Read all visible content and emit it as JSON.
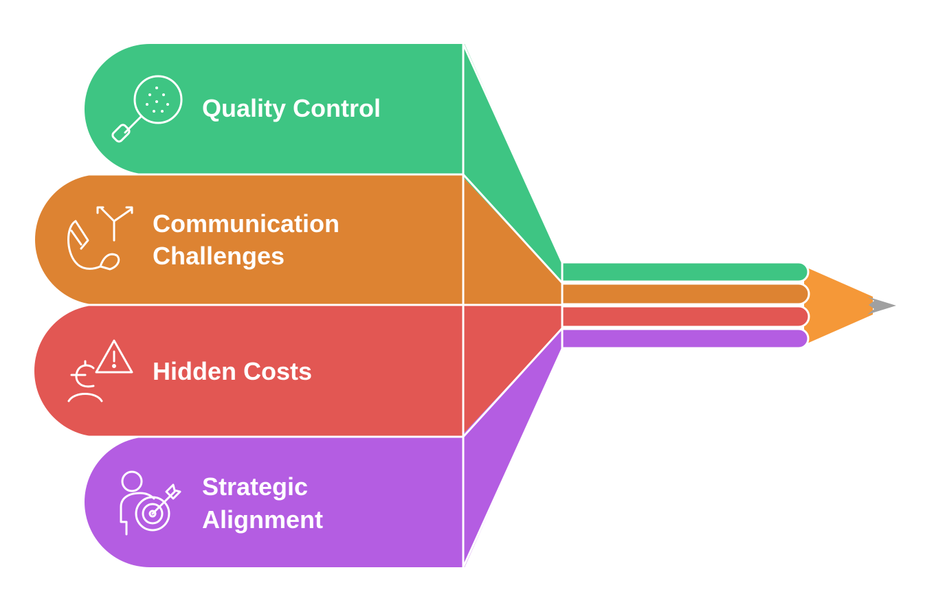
{
  "colors": {
    "green": "#3EC583",
    "orange": "#DD8332",
    "red": "#E25753",
    "purple": "#B45DE2",
    "pencil_tip": "#F59838",
    "lead": "#A0A0A0",
    "divider": "#ffffff",
    "text": "#ffffff"
  },
  "items": [
    {
      "lines": [
        "Quality Control"
      ],
      "icon": "magnifier-icon",
      "color": "green"
    },
    {
      "lines": [
        "Communication",
        "Challenges"
      ],
      "icon": "phone-split-arrows-icon",
      "color": "orange"
    },
    {
      "lines": [
        "Hidden Costs"
      ],
      "icon": "euro-warning-icon",
      "color": "red"
    },
    {
      "lines": [
        "Strategic",
        "Alignment"
      ],
      "icon": "person-target-icon",
      "color": "purple"
    }
  ]
}
